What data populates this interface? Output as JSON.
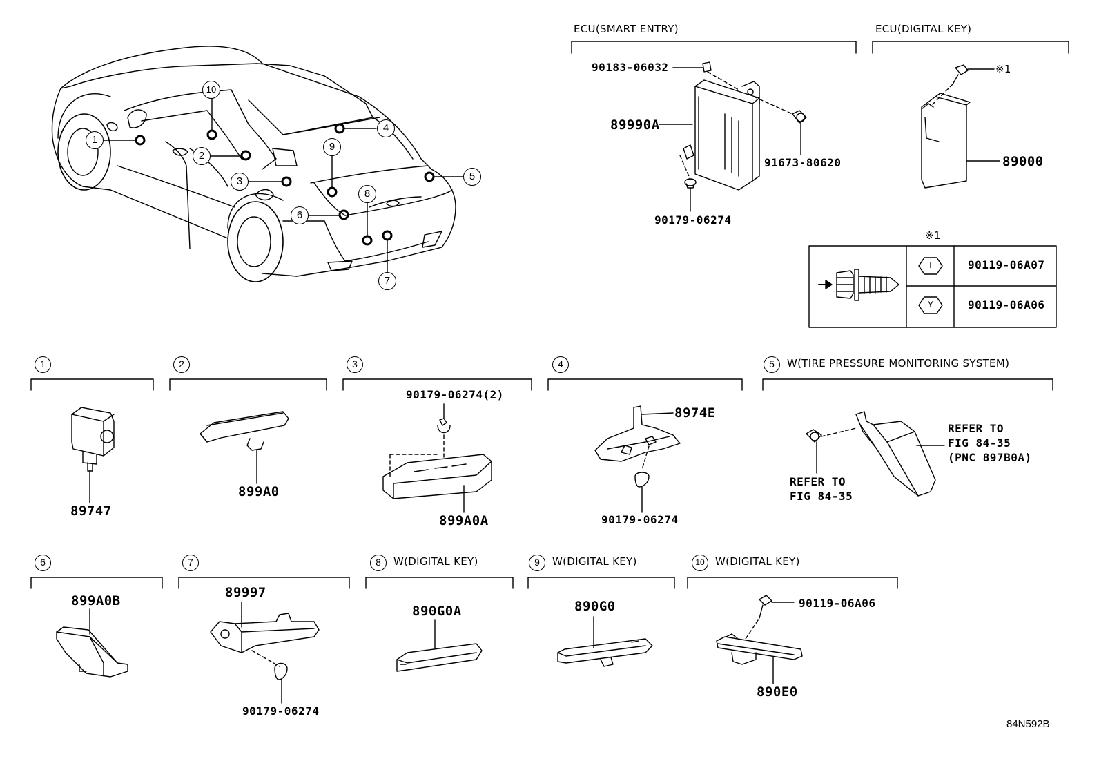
{
  "diagram_id": "84N592B",
  "top_sections": {
    "smart_entry": {
      "title": "ECU(SMART ENTRY)"
    },
    "digital_key": {
      "title": "ECU(DIGITAL KEY)"
    }
  },
  "ecu_parts": {
    "p1": "90183-06032",
    "p2": "89990A",
    "p3": "91673-80620",
    "p4": "90179-06274",
    "p5": "89000",
    "note_ref": "※1"
  },
  "bolt_table": {
    "header": "※1",
    "rows": [
      {
        "mark": "T",
        "part": "90119-06A07"
      },
      {
        "mark": "Y",
        "part": "90119-06A06"
      }
    ]
  },
  "callouts": [
    "1",
    "2",
    "3",
    "4",
    "5",
    "6",
    "7",
    "8",
    "9",
    "10"
  ],
  "sections": [
    {
      "num": "1",
      "title": ""
    },
    {
      "num": "2",
      "title": ""
    },
    {
      "num": "3",
      "title": ""
    },
    {
      "num": "4",
      "title": ""
    },
    {
      "num": "5",
      "title": "W(TIRE PRESSURE MONITORING SYSTEM)"
    },
    {
      "num": "6",
      "title": ""
    },
    {
      "num": "7",
      "title": ""
    },
    {
      "num": "8",
      "title": "W(DIGITAL KEY)"
    },
    {
      "num": "9",
      "title": "W(DIGITAL KEY)"
    },
    {
      "num": "10",
      "title": "W(DIGITAL KEY)"
    }
  ],
  "parts": {
    "s1": "89747",
    "s2": "899A0",
    "s3_bolt": "90179-06274(2)",
    "s3": "899A0A",
    "s4": "8974E",
    "s4_bolt": "90179-06274",
    "s5_ref1": [
      "REFER TO",
      "FIG 84-35",
      "(PNC 897B0A)"
    ],
    "s5_ref2": [
      "REFER TO",
      "FIG 84-35"
    ],
    "s6": "899A0B",
    "s7": "89997",
    "s7_bolt": "90179-06274",
    "s8": "890G0A",
    "s9": "890G0",
    "s10_bolt": "90119-06A06",
    "s10": "890E0"
  }
}
